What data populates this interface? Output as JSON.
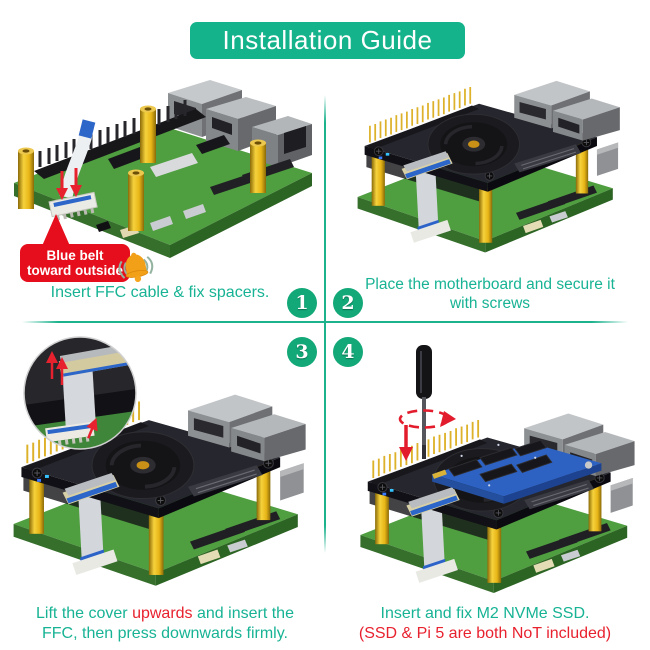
{
  "banner": {
    "title": "Installation Guide"
  },
  "steps": [
    {
      "number": "1",
      "caption": "Insert FFC cable & fix spacers."
    },
    {
      "number": "2",
      "line1": "Place the motherboard and secure it",
      "line2": "with screws"
    },
    {
      "number": "3",
      "line1_pre": "Lift the cover ",
      "line1_red": "upwards",
      "line1_post": " and insert the",
      "line2": "FFC, then press downwards firmly."
    },
    {
      "number": "4",
      "line1": "Insert and fix M2 NVMe SSD.",
      "line2": "(SSD & Pi 5 are both NoT included)"
    }
  ],
  "callout": {
    "line1": "Blue belt",
    "line2": "toward outside"
  },
  "colors": {
    "banner_green": "#14b38b",
    "circle_green": "#12a878",
    "caption_teal": "#17b394",
    "alert_red": "#e8212e",
    "callout_red": "#e60e1c",
    "bell_orange": "#f3a019",
    "pcb_green": "#4f9e3f",
    "hat_black": "#26262e",
    "spacer_gold": "#e7b517",
    "ssd_blue": "#2e62c2",
    "ffc_blue": "#2d66c9"
  },
  "icons": {
    "bell-icon": "orange ringing bell",
    "down-arrow-icon": "red arrow pointing down",
    "up-arrow-icon": "red arrow pointing up",
    "rotate-arrow-icon": "red dashed rotation arrow",
    "callout-pointer": "red speech-bubble pointer"
  }
}
